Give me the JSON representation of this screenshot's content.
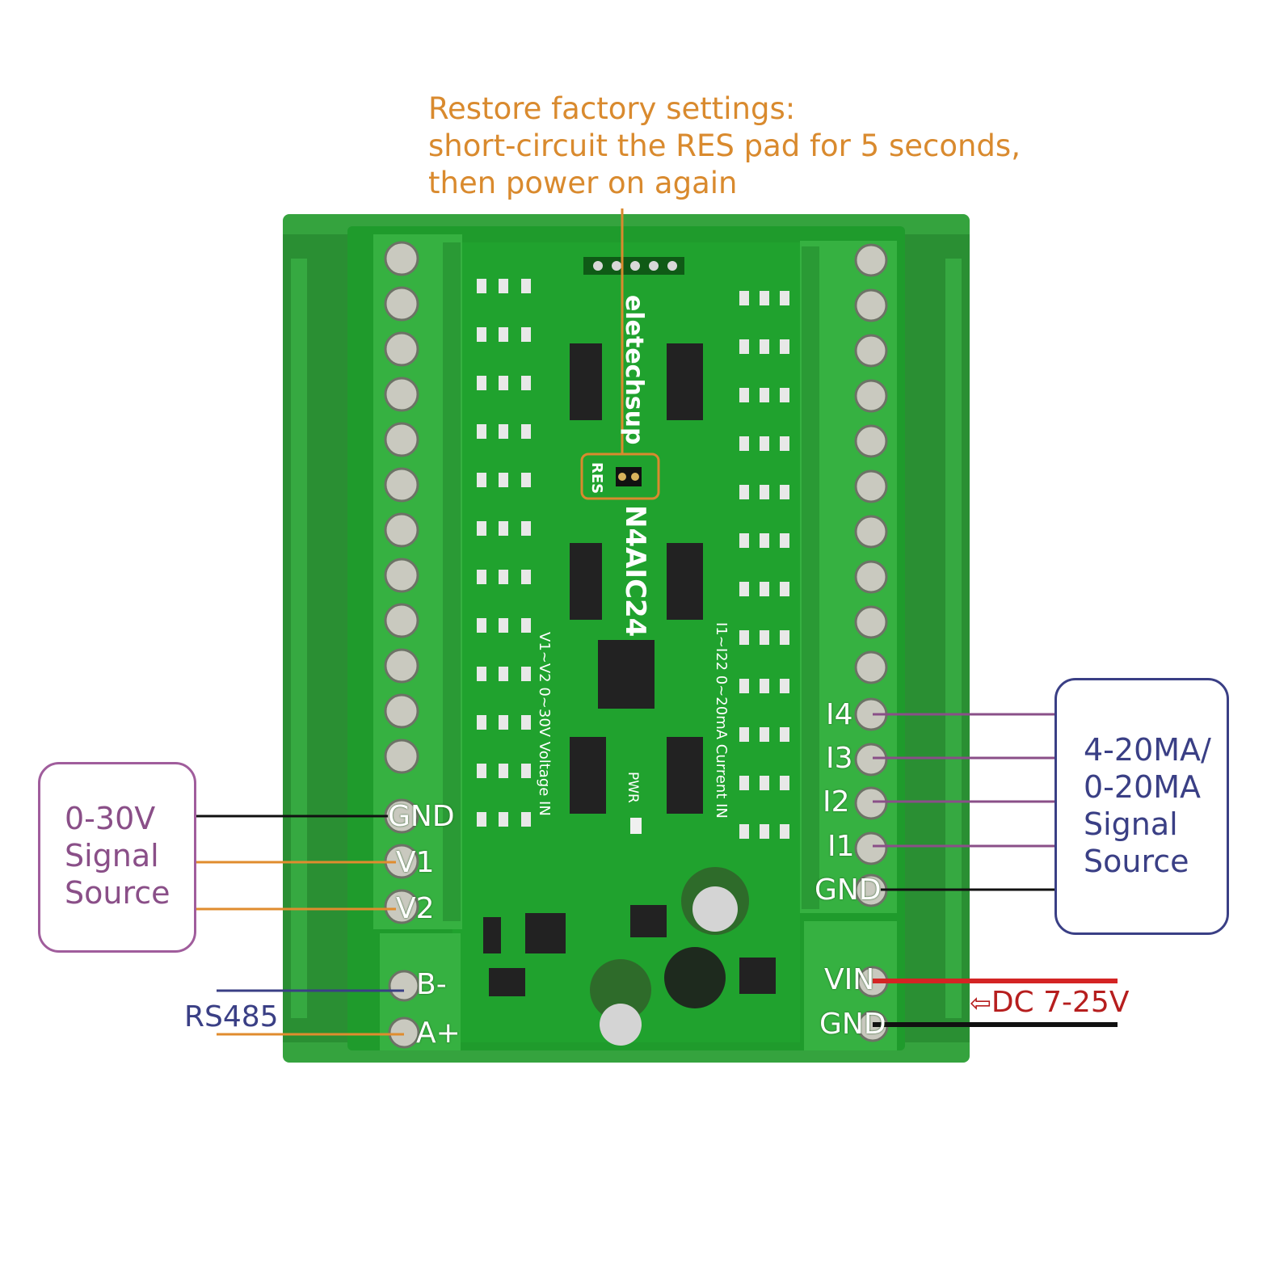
{
  "note": {
    "line1": "Restore factory settings:",
    "line2": "short-circuit the RES pad for 5 seconds,",
    "line3": "then power on again"
  },
  "board": {
    "brand": "eletechsup",
    "model": "N4AIC24",
    "res_label": "RES",
    "voltage_label": "V1~V2 0~30V Voltage IN",
    "current_label": "I1~I22 0~20mA Current IN",
    "pwr_label": "PWR"
  },
  "left_source": {
    "line1": "0-30V",
    "line2": "Signal",
    "line3": "Source"
  },
  "right_source": {
    "line1": "4-20MA/",
    "line2": "0-20MA",
    "line3": "Signal",
    "line4": "Source"
  },
  "left_pins": {
    "gnd": "GND",
    "v1": "V1",
    "v2": "V2",
    "b": "B-",
    "a": "A+"
  },
  "right_pins": {
    "i4": "I4",
    "i3": "I3",
    "i2": "I2",
    "i1": "I1",
    "gnd": "GND",
    "vin": "VIN",
    "gnd2": "GND"
  },
  "rs485": "RS485",
  "power": {
    "arrow": "⇦",
    "label": "DC 7-25V"
  },
  "colors": {
    "note": "#d98a2e",
    "board": "#2fa23a",
    "terminal": "#37b043",
    "left_box": "#a05d9c",
    "right_box": "#3a3f85",
    "power_wire": "#d42424",
    "ground_wire": "#111111",
    "orange_wire": "#e08c2e",
    "purple_wire": "#8a4f88",
    "rs485_wire": "#3a3f85"
  }
}
